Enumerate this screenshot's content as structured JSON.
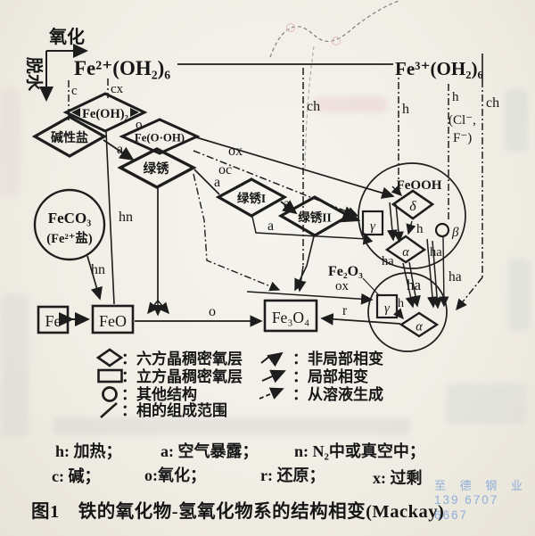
{
  "axis": {
    "oxidation": "氧化",
    "dehydration": "脱水"
  },
  "nodes": {
    "fe2_aquo": "Fe²⁺(OH₂)₆",
    "fe3_aquo": "Fe³⁺(OH₂)₆",
    "fe_oh2": "Fe(OH)₂",
    "basic_salt": "碱性盐",
    "fe_o_oh": "Fe(O·OH)",
    "green_rust": "绿锈",
    "green_rust_1": "绿锈I",
    "green_rust_2": "绿锈II",
    "feco3": "FeCO₃",
    "feco3_note": "(Fe²⁺盐)",
    "feooh": "FeOOH",
    "fe2o3": "Fe₂O₃",
    "fe3o4": "Fe₃O₄",
    "feo": "FeO",
    "fe": "Fe",
    "delta": "δ",
    "gamma": "γ",
    "alpha": "α",
    "beta": "β",
    "anions_1": "(Cl⁻,",
    "anions_2": "F⁻)"
  },
  "labels": {
    "c": "c",
    "cx": "cx",
    "ch": "ch",
    "h": "h",
    "a": "a",
    "o": "o",
    "ox": "ox",
    "oc": "oc",
    "hn": "hn",
    "r": "r",
    "ha": "ha"
  },
  "legend": {
    "shapes": [
      {
        "name": "hexagonal-diamond",
        "label": "：六方晶稠密氧层"
      },
      {
        "name": "cubic-rect",
        "label": "：立方晶稠密氧层"
      },
      {
        "name": "other-structure-circle",
        "label": "：其他结构"
      },
      {
        "name": "phase-range-slash",
        "label": "：相的组成范围"
      }
    ],
    "arrows": [
      {
        "name": "nonlocal-transition",
        "label": "：非局部相变"
      },
      {
        "name": "local-transition",
        "label": "：局部相变"
      },
      {
        "name": "from-solution",
        "label": "：从溶液生成"
      }
    ]
  },
  "key": {
    "items": [
      "h: 加热；",
      "a: 空气暴露；",
      "n: N₂中或真空中；",
      "c: 碱；",
      "o:氧化；",
      "r: 还原；",
      "x: 过剩"
    ]
  },
  "caption": "图1　铁的氧化物-氢氧化物系的结构相变(Mackay)",
  "watermark": {
    "line1": "至 德 钢 业",
    "line2": "139 6707 6667"
  }
}
